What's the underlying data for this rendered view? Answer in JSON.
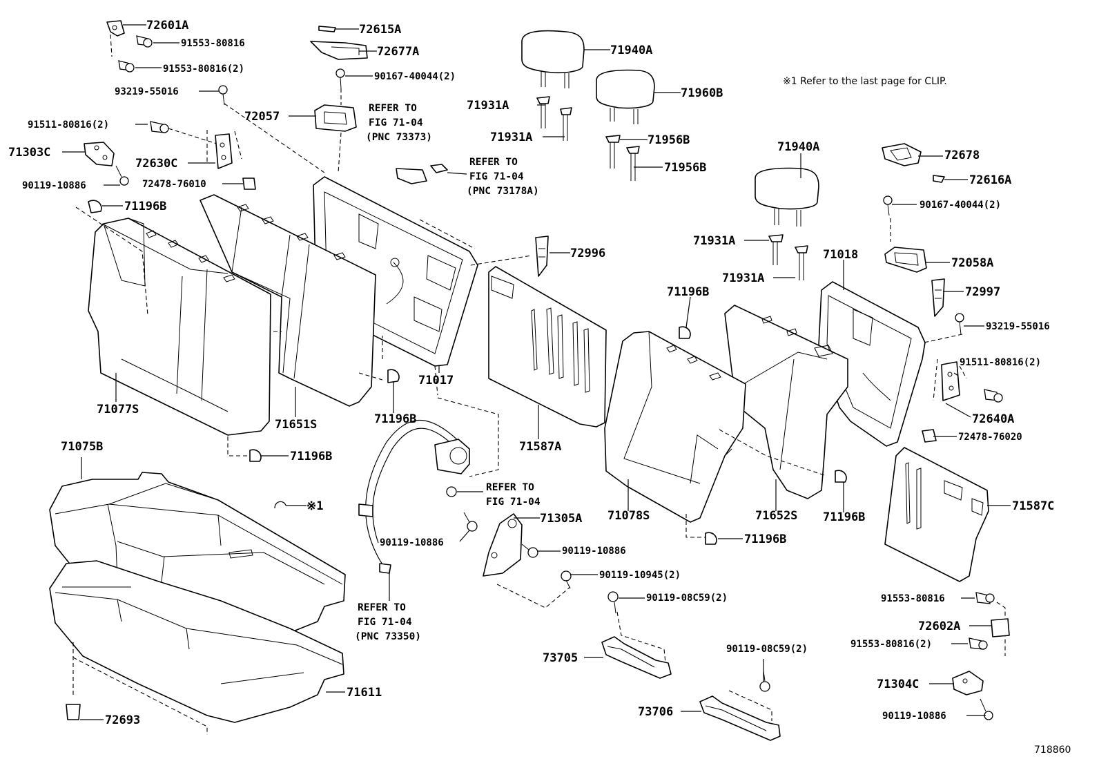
{
  "diagram_id": "718860",
  "note": "※1  Refer to the last page for CLIP.",
  "clip_marker": "※1",
  "refs": {
    "r73373": [
      "REFER TO",
      "FIG 71-04",
      "(PNC 73373)"
    ],
    "r73178a": [
      "REFER TO",
      "FIG 71-04",
      "(PNC 73178A)"
    ],
    "r7104": [
      "REFER TO",
      "FIG 71-04"
    ],
    "r73350": [
      "REFER TO",
      "FIG 71-04",
      "(PNC 73350)"
    ]
  },
  "parts": {
    "p72601A": "72601A",
    "p91553_1": "91553-80816",
    "p91553_2": "91553-80816(2)",
    "p93219_L": "93219-55016",
    "p91511_L": "91511-80816(2)",
    "p71303C": "71303C",
    "p90119_L": "90119-10886",
    "p72615A": "72615A",
    "p72677A": "72677A",
    "p90167_L": "90167-40044(2)",
    "p72057": "72057",
    "p72630C": "72630C",
    "p72478_76010": "72478-76010",
    "p71196B_1": "71196B",
    "p71940A_1": "71940A",
    "p71960B": "71960B",
    "p71931A_1": "71931A",
    "p71931A_2": "71931A",
    "p71956B_1": "71956B",
    "p71956B_2": "71956B",
    "p72996": "72996",
    "p71077S": "71077S",
    "p71651S": "71651S",
    "p71196B_2": "71196B",
    "p71017": "71017",
    "p71587A": "71587A",
    "p71196B_3": "71196B",
    "p71075B": "71075B",
    "p71305A": "71305A",
    "p90119_M1": "90119-10886",
    "p90119_M2": "90119-10886",
    "p90119_10945": "90119-10945(2)",
    "p90119_08C59_1": "90119-08C59(2)",
    "p73705": "73705",
    "p71611": "71611",
    "p72693": "72693",
    "p73706": "73706",
    "p90119_08C59_2": "90119-08C59(2)",
    "p71940A_2": "71940A",
    "p72678": "72678",
    "p72616A": "72616A",
    "p90167_R": "90167-40044(2)",
    "p71931A_3": "71931A",
    "p71931A_4": "71931A",
    "p71018": "71018",
    "p72058A": "72058A",
    "p72997": "72997",
    "p93219_R": "93219-55016",
    "p71196B_4": "71196B",
    "p91511_R": "91511-80816(2)",
    "p72640A": "72640A",
    "p72478_76020": "72478-76020",
    "p71587C": "71587C",
    "p71078S": "71078S",
    "p71652S": "71652S",
    "p71196B_5": "71196B",
    "p71196B_6": "71196B",
    "p91553_R1": "91553-80816",
    "p72602A": "72602A",
    "p91553_R2": "91553-80816(2)",
    "p71304C": "71304C",
    "p90119_R": "90119-10886"
  }
}
